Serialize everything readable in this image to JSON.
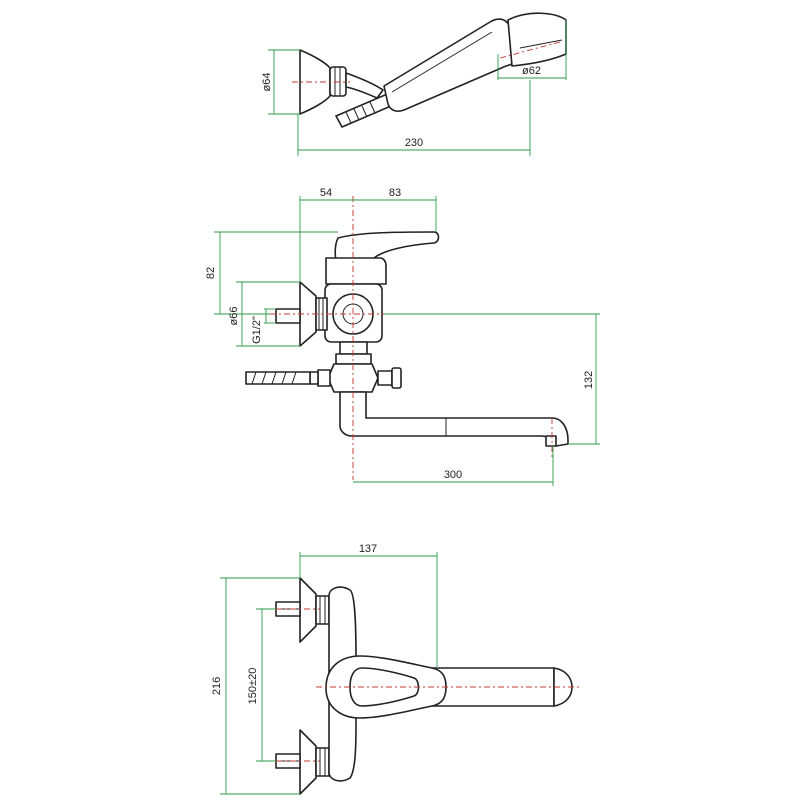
{
  "colors": {
    "dimension": "#2e9a4a",
    "centerline": "#c0392b",
    "outline": "#222222"
  },
  "dimensions": {
    "hand_shower_mount_diameter": "ø64",
    "hand_shower_head_diameter": "ø62",
    "hand_shower_length": "230",
    "lever_offset": "54",
    "lever_length": "83",
    "lever_height": "82",
    "eccentric_diameter": "ø66",
    "inlet_thread": "G1/2\"",
    "spout_drop": "132",
    "spout_reach": "300",
    "top_width": "137",
    "total_height": "216",
    "inlet_centres": "150±20"
  }
}
